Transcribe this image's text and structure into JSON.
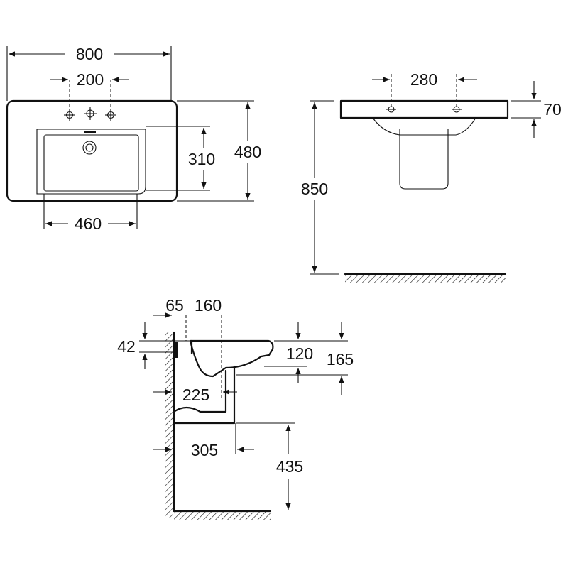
{
  "dimensions": {
    "width": "800",
    "tap_spacing": "200",
    "bowl_width": "460",
    "bowl_depth": "310",
    "depth": "480",
    "fixing_spacing": "280",
    "rim_height": "70",
    "mount_height": "850",
    "wall_offset": "65",
    "tap_distance": "160",
    "rim_offset": "42",
    "bowl_height": "120",
    "basin_height": "165",
    "pedestal_offset": "225",
    "projection": "305",
    "floor_clearance": "435"
  }
}
